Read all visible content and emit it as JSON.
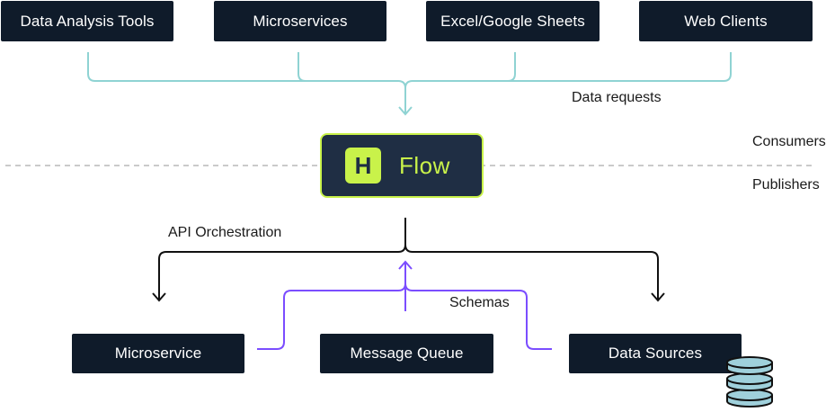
{
  "consumers": [
    {
      "label": "Data Analysis Tools"
    },
    {
      "label": "Microservices"
    },
    {
      "label": "Excel/Google Sheets"
    },
    {
      "label": "Web Clients"
    }
  ],
  "publishers": [
    {
      "label": "Microservice"
    },
    {
      "label": "Message Queue"
    },
    {
      "label": "Data Sources"
    }
  ],
  "hub": {
    "logo_letter": "H",
    "title": "Flow"
  },
  "labels": {
    "data_requests": "Data requests",
    "consumers": "Consumers",
    "publishers": "Publishers",
    "api_orchestration": "API Orchestration",
    "schemas": "Schemas"
  },
  "colors": {
    "box": "#0f1b2a",
    "hub_bg": "#1f2e44",
    "accent": "#c9f24a",
    "teal_line": "#8fd3d3",
    "purple_line": "#7b4dff",
    "divider": "#b8b8b8",
    "db_fill": "#9fd0db"
  },
  "icons": {
    "database": "database-icon",
    "arrow": "arrow-icon"
  }
}
